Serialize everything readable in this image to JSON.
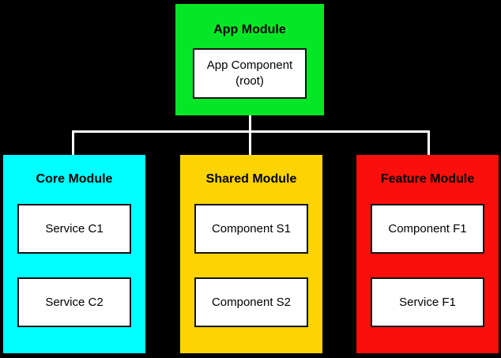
{
  "colors": {
    "background": "#000000",
    "connector": "#ffffff",
    "app_module": "#05e626",
    "core_module": "#00ffff",
    "shared_module": "#fcd303",
    "feature_module": "#fa0f0c",
    "node_background": "#ffffff",
    "node_border": "#141414",
    "text": "#000000"
  },
  "modules": {
    "app": {
      "title": "App Module",
      "children": {
        "c1": "App Component (root)"
      }
    },
    "core": {
      "title": "Core Module",
      "children": {
        "c1": "Service C1",
        "c2": "Service C2"
      }
    },
    "shared": {
      "title": "Shared Module",
      "children": {
        "c1": "Component S1",
        "c2": "Component S2"
      }
    },
    "feature": {
      "title": "Feature Module",
      "children": {
        "c1": "Component F1",
        "c2": "Service F1"
      }
    }
  }
}
